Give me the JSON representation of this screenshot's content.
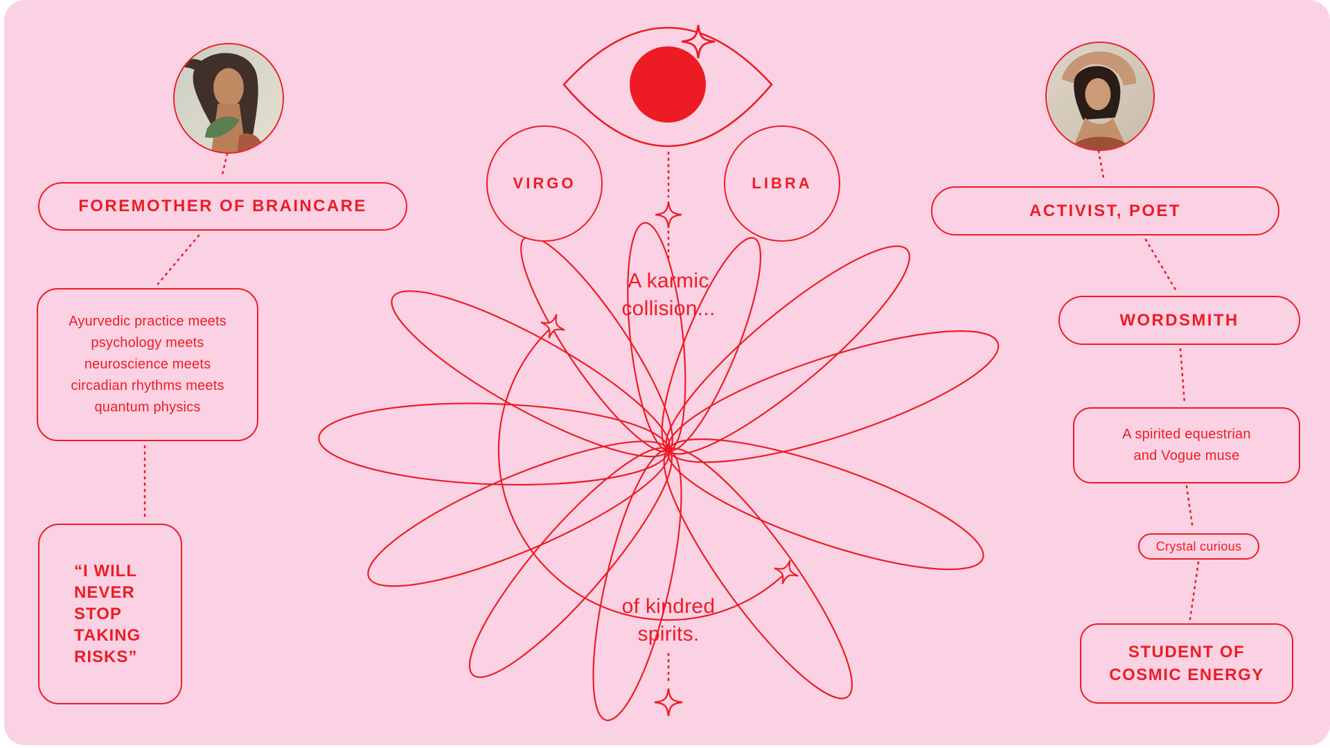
{
  "page": {
    "background": "#fad2e4",
    "accent": "#ed1c24"
  },
  "icons": {
    "eye-icon": "open eye outline with solid red iris and a sparkle",
    "sparkle-icon": "four-point star",
    "orbit-pattern": "overlapping elliptical orbit petals radiating from a center point"
  },
  "left_column": {
    "role": "FOREMOTHER OF BRAINCARE",
    "description_lines": [
      "Ayurvedic practice meets",
      "psychology meets",
      "neuroscience meets",
      "circadian rhythms meets",
      "quantum physics"
    ],
    "quote_lines": [
      "“I WILL",
      "NEVER",
      "STOP",
      "TAKING",
      "RISKS”"
    ]
  },
  "center": {
    "zodiac_left": "VIRGO",
    "zodiac_right": "LIBRA",
    "headline_top_lines": [
      "A karmic",
      "collision..."
    ],
    "headline_bottom_lines": [
      "of kindred",
      "spirits."
    ]
  },
  "right_column": {
    "role": "ACTIVIST, POET",
    "title": "WORDSMITH",
    "description_lines": [
      "A spirited equestrian",
      "and Vogue muse"
    ],
    "tag": "Crystal curious",
    "footer_lines": [
      "STUDENT OF",
      "COSMIC ENERGY"
    ]
  }
}
